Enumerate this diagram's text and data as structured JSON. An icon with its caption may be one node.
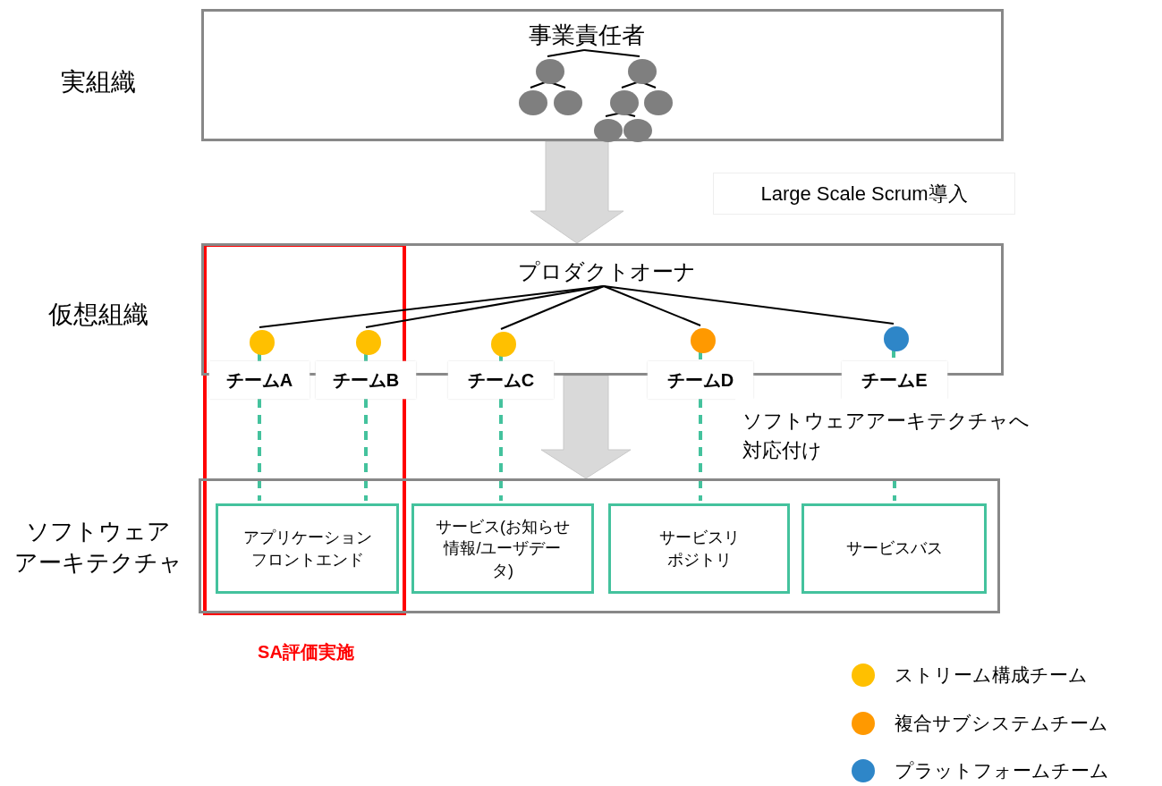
{
  "diagram": {
    "nodes": [
      {
        "text": [],
        "shape": "box"
      },
      {
        "text": [
          "事業責任者"
        ],
        "in": 0
      },
      {
        "text": [],
        "shape": "circle",
        "in": 0
      },
      {
        "text": [],
        "shape": "circle",
        "in": 0
      },
      {
        "text": [],
        "shape": "circle",
        "in": 0
      },
      {
        "text": [],
        "shape": "circle",
        "in": 0
      },
      {
        "text": [],
        "shape": "circle",
        "in": 0
      },
      {
        "text": [],
        "shape": "circle",
        "in": 0
      },
      {
        "text": [],
        "shape": "circle",
        "in": 0
      },
      {
        "text": [],
        "shape": "circle",
        "in": 0
      },
      {
        "text": [],
        "shape": "box"
      },
      {
        "text": [
          "プロダクトオーナ"
        ],
        "in": 10
      },
      {
        "text": [],
        "shape": "circle",
        "in": 10
      },
      {
        "text": [],
        "shape": "circle",
        "in": 10
      },
      {
        "text": [],
        "shape": "circle",
        "in": 10
      },
      {
        "text": [],
        "shape": "circle",
        "in": 10
      },
      {
        "text": [],
        "shape": "circle",
        "in": 10
      },
      {
        "text": [
          "チームA"
        ]
      },
      {
        "text": [
          "チームB"
        ]
      },
      {
        "text": [
          "チームC"
        ]
      },
      {
        "text": [
          "チームD"
        ]
      },
      {
        "text": [
          "チームE"
        ]
      },
      {
        "text": [],
        "shape": "box"
      },
      {
        "text": [
          "アプリケーションフロントエンド"
        ],
        "in": 22
      },
      {
        "text": [
          "サービス(お知らせ情報/ユーザデータ)"
        ],
        "in": 22
      },
      {
        "text": [
          "サービスリポジトリ"
        ],
        "in": 22
      },
      {
        "text": [
          "サービスバス"
        ],
        "in": 22
      }
    ],
    "edges": [
      {
        "from": 1,
        "to": 2,
        "arrow": "none"
      },
      {
        "from": 1,
        "to": 3,
        "arrow": "none"
      },
      {
        "from": 2,
        "to": 4,
        "arrow": "none"
      },
      {
        "from": 2,
        "to": 5,
        "arrow": "none"
      },
      {
        "from": 3,
        "to": 6,
        "arrow": "none"
      },
      {
        "from": 3,
        "to": 7,
        "arrow": "none"
      },
      {
        "from": 6,
        "to": 8,
        "arrow": "none"
      },
      {
        "from": 6,
        "to": 9,
        "arrow": "none"
      },
      {
        "from": 0,
        "to": 10,
        "arrow": "to",
        "style": "thick",
        "color": "#d9d9d9"
      },
      {
        "from": 11,
        "to": 12,
        "arrow": "none"
      },
      {
        "from": 11,
        "to": 13,
        "arrow": "none"
      },
      {
        "from": 11,
        "to": 14,
        "arrow": "none"
      },
      {
        "from": 11,
        "to": 15,
        "arrow": "none"
      },
      {
        "from": 11,
        "to": 16,
        "arrow": "none"
      },
      {
        "from": 12,
        "to": 17,
        "arrow": "none",
        "style": "dashed",
        "color": "#44c29d"
      },
      {
        "from": 13,
        "to": 18,
        "arrow": "none",
        "style": "dashed",
        "color": "#44c29d"
      },
      {
        "from": 14,
        "to": 19,
        "arrow": "none",
        "style": "dashed",
        "color": "#44c29d"
      },
      {
        "from": 15,
        "to": 20,
        "arrow": "none",
        "style": "dashed",
        "color": "#44c29d"
      },
      {
        "from": 16,
        "to": 21,
        "arrow": "none",
        "style": "dashed",
        "color": "#44c29d"
      },
      {
        "from": 17,
        "to": 23,
        "arrow": "none",
        "style": "dashed",
        "color": "#44c29d"
      },
      {
        "from": 18,
        "to": 23,
        "arrow": "none",
        "style": "dashed",
        "color": "#44c29d"
      },
      {
        "from": 19,
        "to": 24,
        "arrow": "none",
        "style": "dashed",
        "color": "#44c29d"
      },
      {
        "from": 20,
        "to": 25,
        "arrow": "none",
        "style": "dashed",
        "color": "#44c29d"
      },
      {
        "from": 21,
        "to": 26,
        "arrow": "none",
        "style": "dashed",
        "color": "#44c29d"
      },
      {
        "from": 10,
        "to": 22,
        "arrow": "to",
        "style": "thick",
        "color": "#d9d9d9"
      }
    ],
    "labels": [
      "実組織",
      "Large Scale Scrum導入",
      "仮想組織",
      "ソフトウェアアーキテクチャへ対応付け",
      "ソフトウェアアーキテクチャ",
      "SA評価実施"
    ],
    "legend": [
      {
        "text": "ストリーム構成チーム",
        "color": "#ffc000"
      },
      {
        "text": "複合サブシステムチーム",
        "color": "#ff9900"
      },
      {
        "text": "プラットフォームチーム",
        "color": "#2e86c8"
      }
    ]
  }
}
